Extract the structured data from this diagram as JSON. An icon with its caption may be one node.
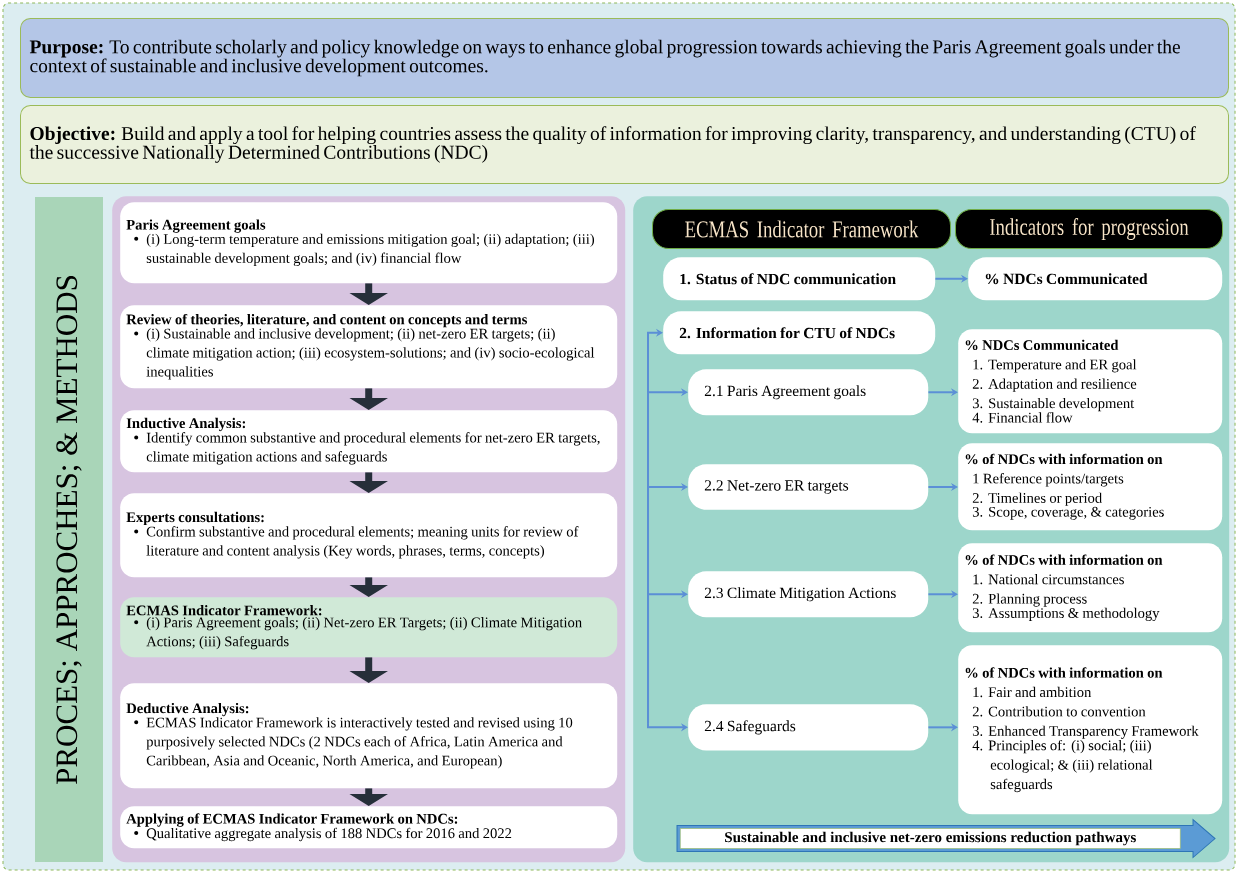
{
  "diagram": {
    "nodes": [
      {
        "text": [
          "**Purpose:** To contribute scholarly and policy knowledge on ways to enhance global progression towards achieving the Paris Agreement goals under the context of sustainable and inclusive development outcomes."
        ]
      },
      {
        "text": [
          "**Objective:** Build and apply a tool for helping countries assess the quality of information for improving clarity, transparency, and understanding (CTU) of the successive Nationally Determined Contributions (NDC)"
        ]
      },
      {
        "text": [
          "PROCES; APPROCHES; & METHODS"
        ]
      },
      {
        "text": [],
        "shape": "box"
      },
      {
        "text": [
          "Paris Agreement goals",
          "(i) Long-term temperature and emissions mitigation goal; (ii) adaptation; (iii) sustainable development goals; and (iv) financial flow"
        ],
        "in": 3
      },
      {
        "text": [
          "Review of theories, literature, and content on concepts and terms",
          "(i) Sustainable and inclusive development; (ii) net-zero ER targets; (ii) climate mitigation action; (iii) ecosystem-solutions; and (iv) socio-ecological inequalities"
        ],
        "in": 3
      },
      {
        "text": [
          "Inductive Analysis:",
          "Identify common substantive and procedural elements for net-zero ER targets, climate mitigation actions and safeguards"
        ],
        "in": 3
      },
      {
        "text": [
          "Experts consultations:",
          "Confirm substantive and procedural elements; meaning units for review of literature and content analysis (Key words, phrases, terms, concepts)"
        ],
        "in": 3
      },
      {
        "text": [
          "ECMAS Indicator Framework:",
          "(i) Paris Agreement goals; (ii) Net-zero ER Targets; (ii) Climate Mitigation Actions; (iii) Safeguards"
        ],
        "in": 3
      },
      {
        "text": [
          "Deductive Analysis:",
          "ECMAS Indicator Framework is interactively tested and revised using 10 purposively selected NDCs (2 NDCs each of Africa, Latin America and Caribbean, Asia and Oceanic, North America, and European)"
        ],
        "in": 3
      },
      {
        "text": [
          "Applying of ECMAS Indicator Framework on NDCs:",
          "Qualitative aggregate analysis of 188 NDCs for 2016 and 2022"
        ],
        "in": 3
      },
      {
        "text": [],
        "shape": "box"
      },
      {
        "text": [
          "ECMAS Indicator Framework"
        ],
        "in": 11
      },
      {
        "text": [
          "Indicators for progression"
        ],
        "in": 11
      },
      {
        "text": [
          "1. Status of NDC communication"
        ],
        "in": 11
      },
      {
        "text": [
          "% NDCs Communicated"
        ],
        "in": 11
      },
      {
        "text": [
          "2. Information for CTU of NDCs"
        ],
        "in": 11
      },
      {
        "text": [
          "2.1 Paris Agreement goals"
        ],
        "in": 11
      },
      {
        "text": [
          "2.2 Net-zero ER targets"
        ],
        "in": 11
      },
      {
        "text": [
          "2.3 Climate Mitigation Actions"
        ],
        "in": 11
      },
      {
        "text": [
          "2.4 Safeguards"
        ],
        "in": 11
      },
      {
        "text": [
          "% NDCs Communicated",
          "1. Temperature and ER goal",
          "2. Adaptation and resilience",
          "3. Sustainable development",
          "4. Financial flow"
        ],
        "in": 11
      },
      {
        "text": [
          "% of NDCs with information on",
          "1 Reference points/targets",
          "2. Timelines or period",
          "3. Scope, coverage, & categories"
        ],
        "in": 11
      },
      {
        "text": [
          "% of NDCs with information on",
          "1. National circumstances",
          "2. Planning process",
          "3. Assumptions & methodology"
        ],
        "in": 11
      },
      {
        "text": [
          "% of NDCs with information on",
          "1. Fair and ambition",
          "2. Contribution to convention",
          "3. Enhanced Transparency Framework",
          "4. Principles of: (i) social; (iii) ecological; & (iii) relational safeguards"
        ],
        "in": 11
      },
      {
        "text": [
          "Sustainable and inclusive net-zero emissions reduction pathways"
        ],
        "in": 11
      }
    ],
    "edges": [
      {
        "from": 4,
        "to": 5,
        "arrow": "to",
        "style": "thick",
        "color": "#262f3a"
      },
      {
        "from": 5,
        "to": 6,
        "arrow": "to",
        "style": "thick",
        "color": "#262f3a"
      },
      {
        "from": 6,
        "to": 7,
        "arrow": "to",
        "style": "thick",
        "color": "#262f3a"
      },
      {
        "from": 7,
        "to": 8,
        "arrow": "to",
        "style": "thick",
        "color": "#262f3a"
      },
      {
        "from": 8,
        "to": 9,
        "arrow": "to",
        "style": "thick",
        "color": "#262f3a"
      },
      {
        "from": 9,
        "to": 10,
        "arrow": "to",
        "style": "thick",
        "color": "#262f3a"
      },
      {
        "from": 14,
        "to": 15,
        "arrow": "to",
        "color": "#5b8fd6"
      },
      {
        "from": 17,
        "to": 21,
        "arrow": "to",
        "color": "#5b8fd6"
      },
      {
        "from": 18,
        "to": 22,
        "arrow": "to",
        "color": "#5b8fd6"
      },
      {
        "from": 19,
        "to": 23,
        "arrow": "to",
        "color": "#5b8fd6"
      },
      {
        "from": 20,
        "to": 24,
        "arrow": "to",
        "color": "#5b8fd6"
      },
      {
        "from": null,
        "to": 16,
        "arrow": "to",
        "color": "#5b8fd6"
      },
      {
        "from": null,
        "to": 17,
        "arrow": "to",
        "color": "#5b8fd6"
      },
      {
        "from": null,
        "to": 18,
        "arrow": "to",
        "color": "#5b8fd6"
      },
      {
        "from": null,
        "to": 19,
        "arrow": "to",
        "color": "#5b8fd6"
      },
      {
        "from": null,
        "to": 20,
        "arrow": "to",
        "color": "#5b8fd6"
      }
    ]
  }
}
